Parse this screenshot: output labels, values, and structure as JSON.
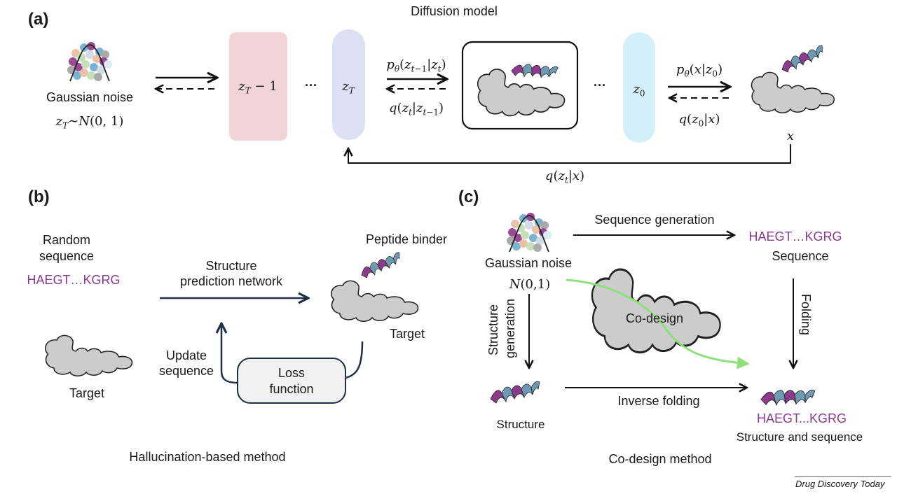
{
  "panels": {
    "a": {
      "label": "(a)",
      "title": "Diffusion model",
      "noise_label": "Gaussian noise",
      "noise_formula": "z_T∼N(0, 1)",
      "boxes": {
        "zT_minus_1": "z_T − 1",
        "zT": "z_T",
        "z0": "z_0"
      },
      "ellipsis": "···",
      "reverse_step_label": "p_θ(z_{t−1}|z_t)",
      "forward_step_label": "q(z_t|z_{t−1})",
      "final_reverse_label": "p_θ(x|z_0)",
      "final_forward_label": "q(z_0|x)",
      "output_label": "x",
      "skip_label": "q(z_t|x)"
    },
    "b": {
      "label": "(b)",
      "random_sequence_label": "Random\nsequence",
      "random_sequence_line1": "Random",
      "random_sequence_line2": "sequence",
      "sequence": "HAEGT…KGRG",
      "target_label": "Target",
      "network_line1": "Structure",
      "network_line2": "prediction network",
      "peptide_binder_label": "Peptide binder",
      "target_label_right": "Target",
      "update_line1": "Update",
      "update_line2": "sequence",
      "loss_line1": "Loss",
      "loss_line2": "function",
      "caption": "Hallucination-based method"
    },
    "c": {
      "label": "(c)",
      "noise_label": "Gaussian noise",
      "noise_formula": "N(0,1)",
      "sequence_generation_label": "Sequence generation",
      "sequence": "HAEGT…KGRG",
      "sequence_label": "Sequence",
      "folding_label": "Folding",
      "structure_generation_line1": "Structure",
      "structure_generation_line2": "generation",
      "codesign_label": "Co-design",
      "structure_label": "Structure",
      "inverse_folding_label": "Inverse folding",
      "result_sequence": "HAEGT...KGRG",
      "result_label": "Structure and sequence",
      "caption": "Co-design method"
    }
  },
  "footer": {
    "journal": "Drug Discovery Today"
  },
  "colors": {
    "box_pink": "#f0d4d8",
    "box_lavender": "#dde0f3",
    "box_cyan": "#d3f0f8",
    "sequence_purple": "#8a3a8f",
    "helix_purple": "#8e3a8c",
    "helix_blue": "#6e9ab3",
    "protein_gray": "#cccccc",
    "navy": "#1f2f45",
    "green_path": "#8fe07a"
  }
}
